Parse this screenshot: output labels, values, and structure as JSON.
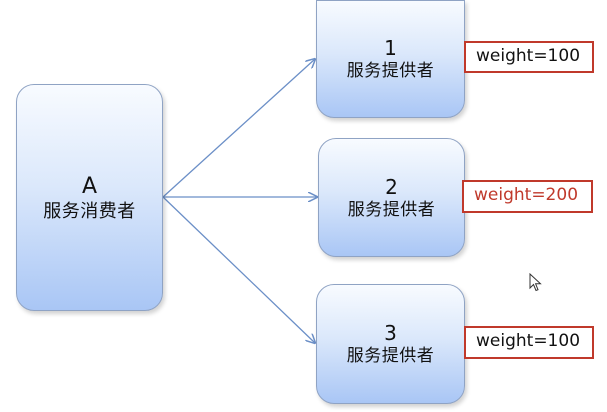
{
  "consumer": {
    "id": "A",
    "label": "服务消费者"
  },
  "providers": [
    {
      "id": "1",
      "label": "服务提供者",
      "weight": "weight=100"
    },
    {
      "id": "2",
      "label": "服务提供者",
      "weight": "weight=200"
    },
    {
      "id": "3",
      "label": "服务提供者",
      "weight": "weight=100"
    }
  ],
  "colors": {
    "box_gradient_top": "#f8fbff",
    "box_gradient_bottom": "#a9c6f5",
    "arrow": "#6b8fc7",
    "weight_border": "#c0392b",
    "highlight_text": "#c0392b"
  },
  "icons": {
    "cursor": "mouse-pointer-icon"
  }
}
